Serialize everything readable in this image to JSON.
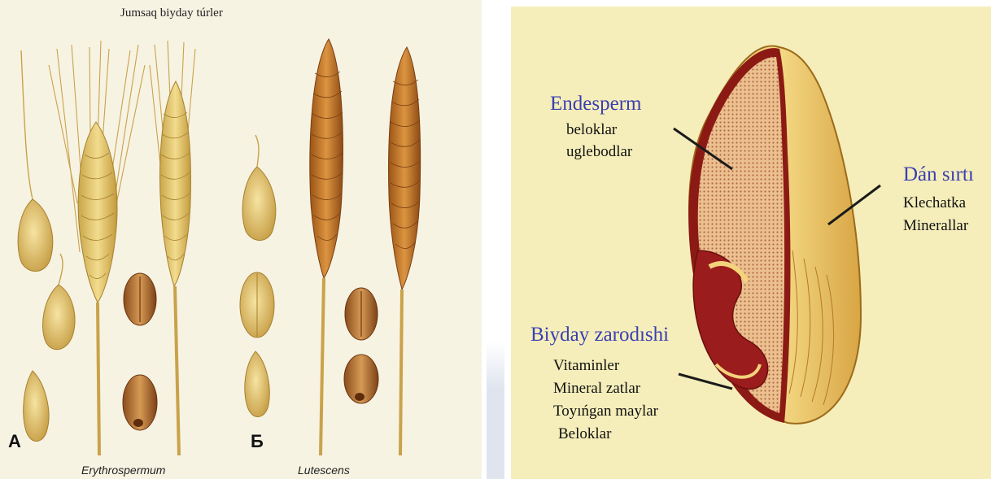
{
  "left": {
    "title": "Jumsaq biyday túrler",
    "letter_a": "A",
    "letter_b": "Б",
    "caption_left": "Erythrospermum",
    "caption_right": "Lutescens"
  },
  "right": {
    "endosperm": {
      "title": "Endesperm",
      "items": [
        "beloklar",
        "uglebodlar"
      ]
    },
    "bran": {
      "title": "Dán sırtı",
      "items": [
        "Klechatka",
        "Minerallar"
      ]
    },
    "germ": {
      "title": "Biyday zarodıshi",
      "items": [
        "Vitaminler",
        "Mineral zatlar",
        "Toyıńgan maylar",
        "Beloklar"
      ]
    }
  },
  "colors": {
    "heading": "#3a3fb2",
    "right_bg": "#f5eeba",
    "left_bg": "#f7f3e3",
    "germ": "#9b1c1c",
    "kernel": "#eed07a"
  }
}
